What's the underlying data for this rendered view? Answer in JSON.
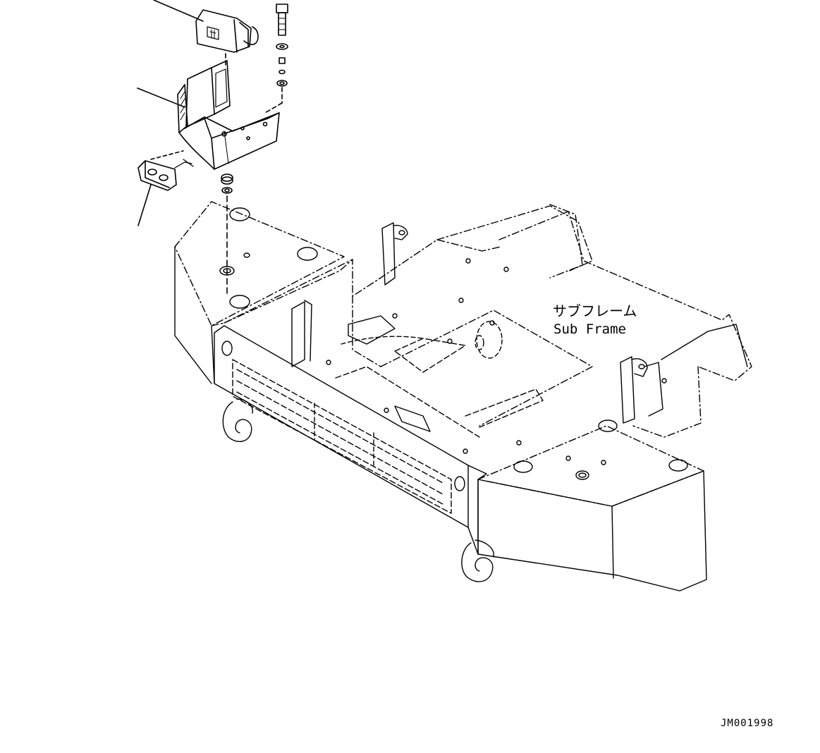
{
  "diagram": {
    "label_jp": "サブフレーム",
    "label_en": "Sub Frame",
    "reference_code": "JM001998"
  },
  "colors": {
    "line": "#000000",
    "background": "#ffffff"
  }
}
